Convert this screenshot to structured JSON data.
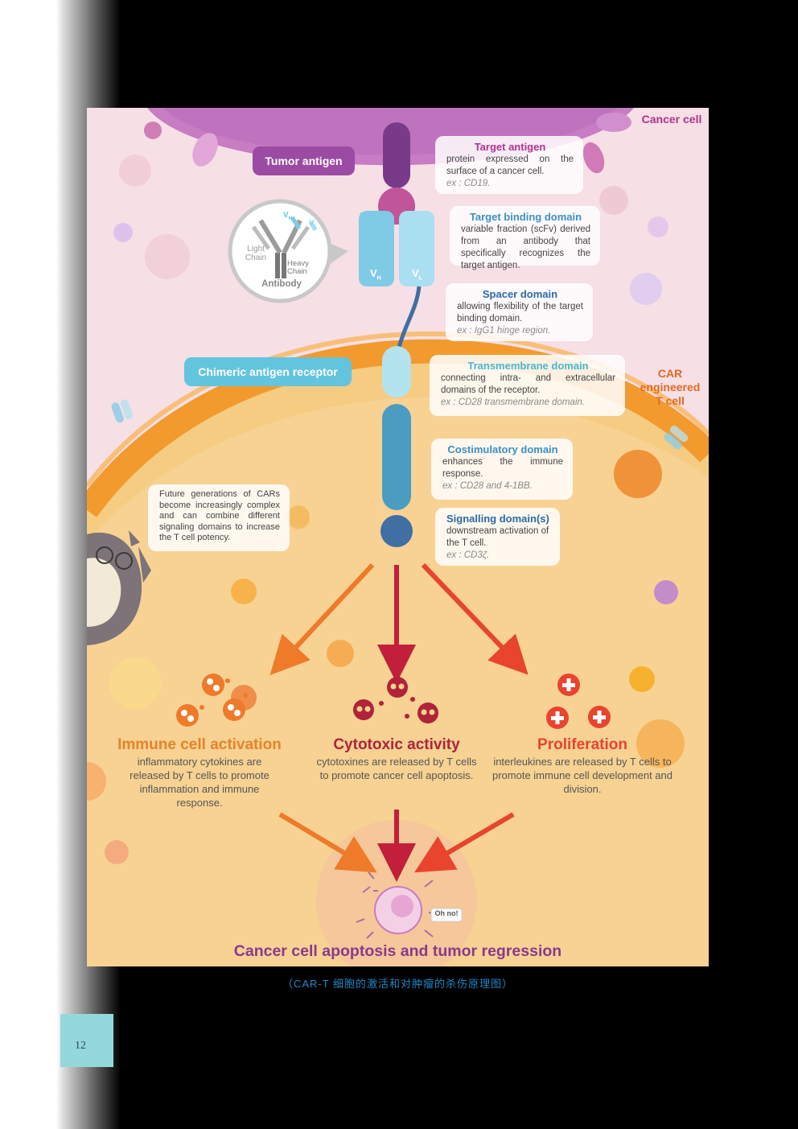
{
  "labels": {
    "cancer_cell": "Cancer cell",
    "car_t_cell": "CAR\nengineered\nT cell",
    "tumor_antigen": "Tumor antigen",
    "chimeric_antigen_receptor": "Chimeric antigen receptor"
  },
  "antibody_inset": {
    "light_chain": "Light\nChain",
    "heavy_chain": "Heavy\nChain",
    "antibody": "Antibody",
    "vh": "V",
    "vh_sub": "H",
    "vl": "V",
    "vl_sub": "L"
  },
  "receptor_labels": {
    "vh": "V",
    "vh_sub": "H",
    "vl": "V",
    "vl_sub": "L"
  },
  "callouts": {
    "target_antigen": {
      "title": "Target antigen",
      "desc": "protein expressed on the surface of a cancer cell.",
      "example": "ex : CD19."
    },
    "target_binding": {
      "title": "Target binding domain",
      "desc": "variable fraction (scFv) derived from an antibody that specifically recognizes the target antigen."
    },
    "spacer": {
      "title": "Spacer domain",
      "desc": "allowing flexibility of the target binding domain.",
      "example": "ex : IgG1 hinge region."
    },
    "transmembrane": {
      "title": "Transmembrane domain",
      "desc": "connecting intra- and extracellular domains of the receptor.",
      "example": "ex : CD28 transmembrane domain."
    },
    "costimulatory": {
      "title": "Costimulatory domain",
      "desc": "enhances the immune response.",
      "example": "ex : CD28 and 4-1BB."
    },
    "signalling": {
      "title": "Signalling domain(s)",
      "desc": "downstream activation of the T cell.",
      "example": "ex : CD3ζ."
    },
    "future": {
      "desc": "Future generations of CARs become increasingly complex and can combine different signaling domains to increase the T cell potency."
    }
  },
  "effects": [
    {
      "title": "Immune cell activation",
      "desc": "inflammatory cytokines are released by T cells to promote inflammation and immune response.",
      "color": "#e8832a"
    },
    {
      "title": "Cytotoxic activity",
      "desc": "cytotoxines are released by T cells to promote cancer cell apoptosis.",
      "color": "#b0233a"
    },
    {
      "title": "Proliferation",
      "desc": "interleukines are released by T cells to promote immune cell development and division.",
      "color": "#e8502e"
    }
  ],
  "outcome": {
    "title": "Cancer cell apoptosis and tumor regression",
    "bubble": "Oh no!"
  },
  "caption": "（CAR-T 细胞的激活和对肿瘤的杀伤原理图）",
  "page_number": "12",
  "colors": {
    "cancer_cell": "#c77cc4",
    "t_cell_membrane": "#f29a2e",
    "t_cell_interior": "#f5cc82",
    "background": "#f7dfe6",
    "receptor_blue": "#4a9cc0",
    "receptor_light_blue": "#a9dff0",
    "antigen_purple": "#7a3a8a",
    "antigen_magenta": "#c0559a"
  }
}
